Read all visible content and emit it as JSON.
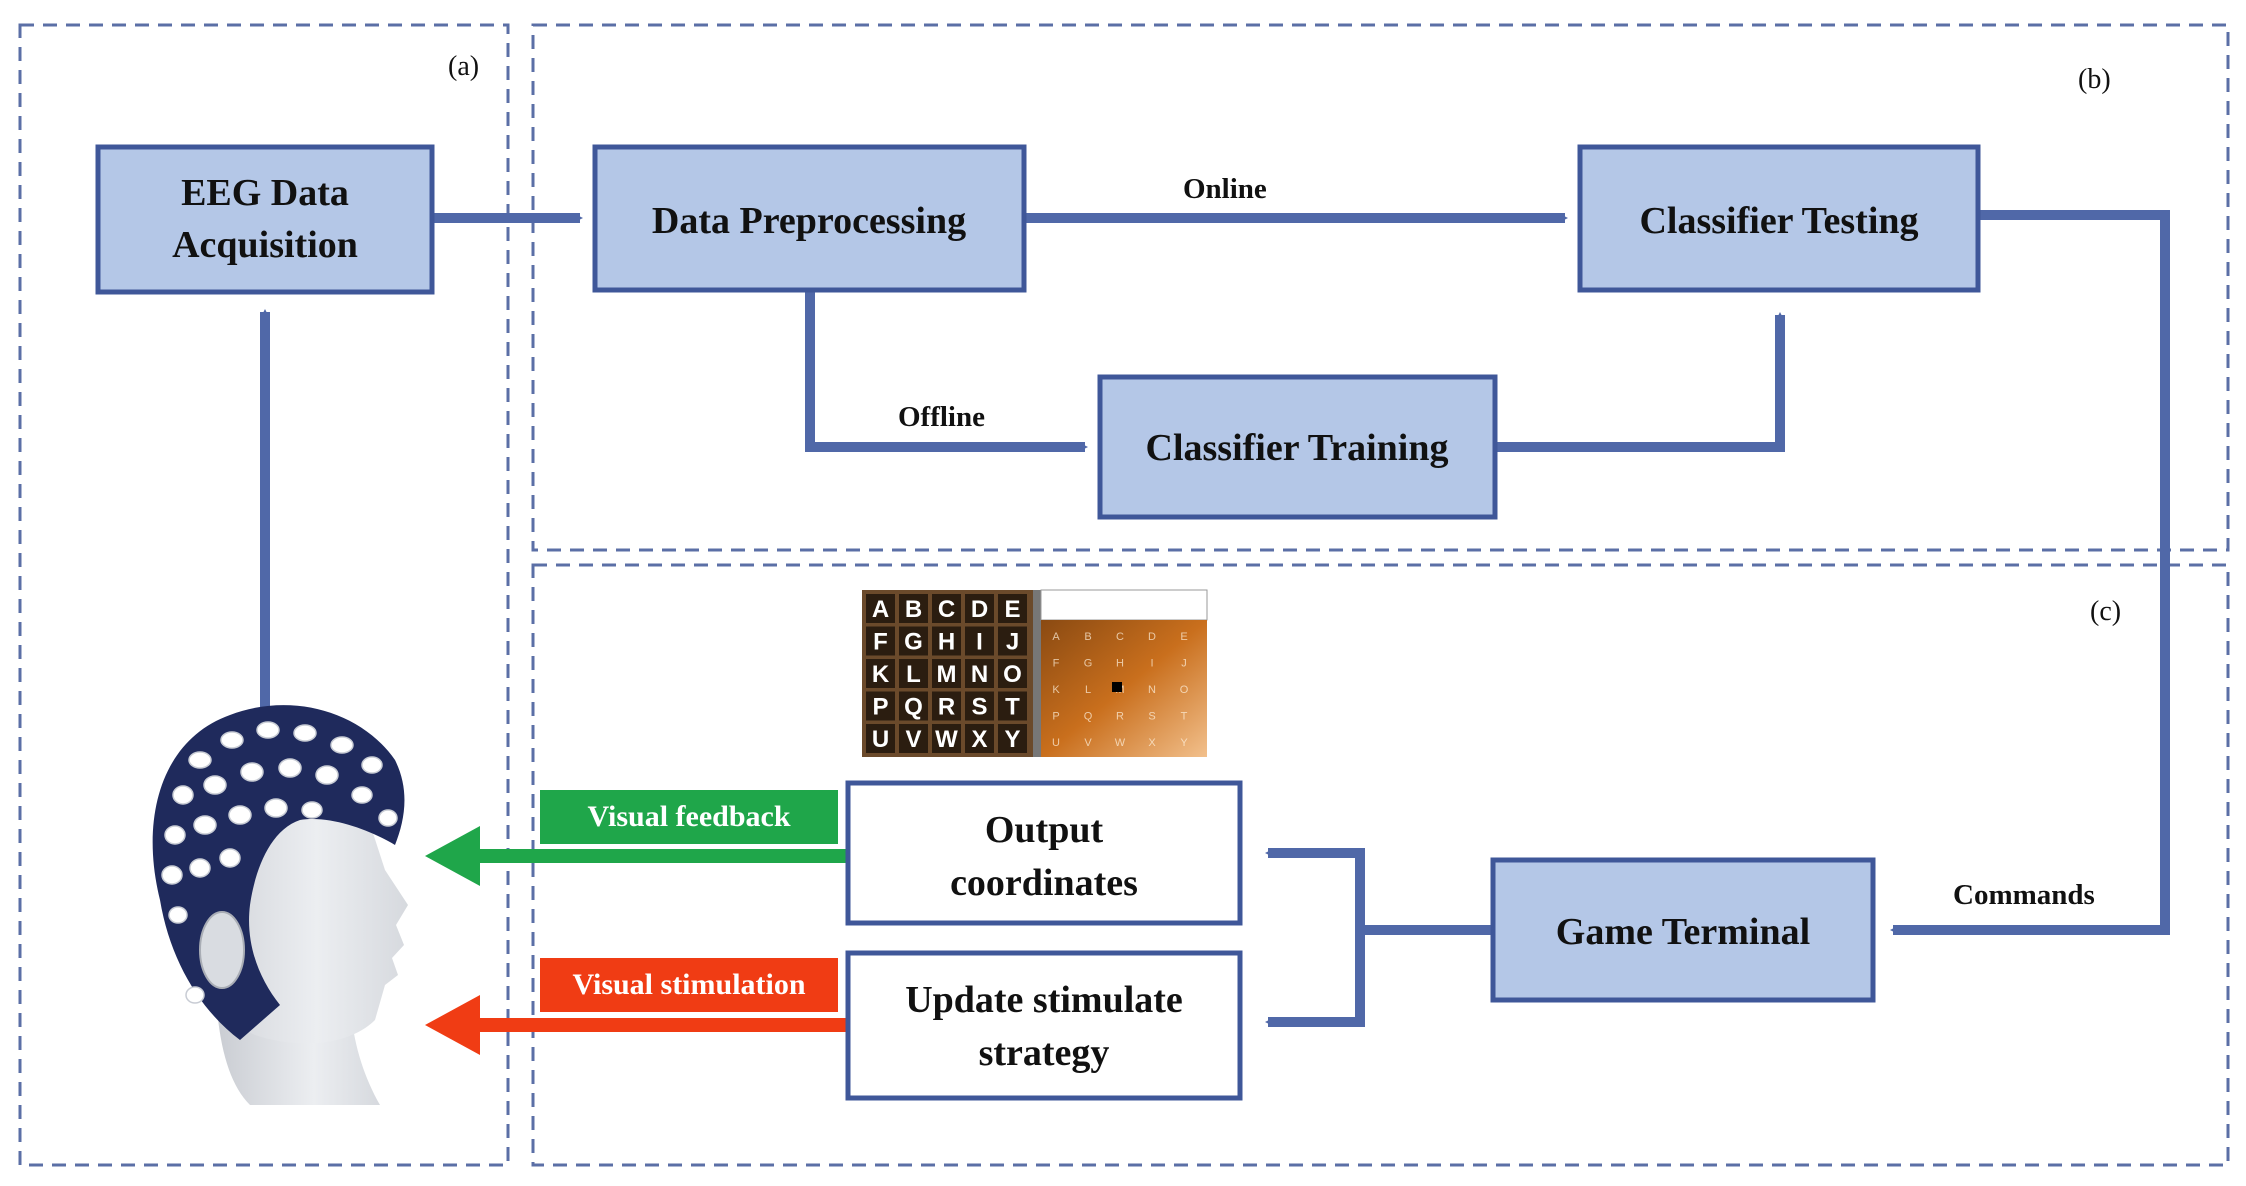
{
  "panels": {
    "a": "(a)",
    "b": "(b)",
    "c": "(c)"
  },
  "boxes": {
    "eeg_line1": "EEG Data",
    "eeg_line2": "Acquisition",
    "preprocessing": "Data Preprocessing",
    "testing": "Classifier Testing",
    "training": "Classifier Training",
    "game_terminal": "Game Terminal",
    "output_line1": "Output",
    "output_line2": "coordinates",
    "update_line1": "Update stimulate",
    "update_line2": "strategy"
  },
  "edge_labels": {
    "online": "Online",
    "offline": "Offline",
    "commands": "Commands",
    "visual_feedback": "Visual feedback",
    "visual_stimulation": "Visual stimulation"
  },
  "speller_letters": [
    "A",
    "B",
    "C",
    "D",
    "E",
    "F",
    "G",
    "H",
    "I",
    "J",
    "K",
    "L",
    "M",
    "N",
    "O",
    "P",
    "Q",
    "R",
    "S",
    "T",
    "U",
    "V",
    "W",
    "X",
    "Y"
  ],
  "speller_faded_letters": [
    "A",
    "B",
    "C",
    "D",
    "E",
    "F",
    "G",
    "H",
    "I",
    "J",
    "K",
    "L",
    "M",
    "N",
    "O",
    "P",
    "Q",
    "R",
    "S",
    "T",
    "U",
    "V",
    "W",
    "X",
    "Y"
  ],
  "colors": {
    "box_fill": "#b4c7e7",
    "box_stroke": "#3f5799",
    "arrow": "#5068a8",
    "dashed_border": "#5b6fa6",
    "feedback_green": "#1fa64a",
    "stimulation_red": "#f03c14",
    "cap_navy": "#1f2a5c"
  },
  "icons": {
    "head": "eeg-cap-head-icon",
    "speller": "p300-speller-grid-icon"
  }
}
